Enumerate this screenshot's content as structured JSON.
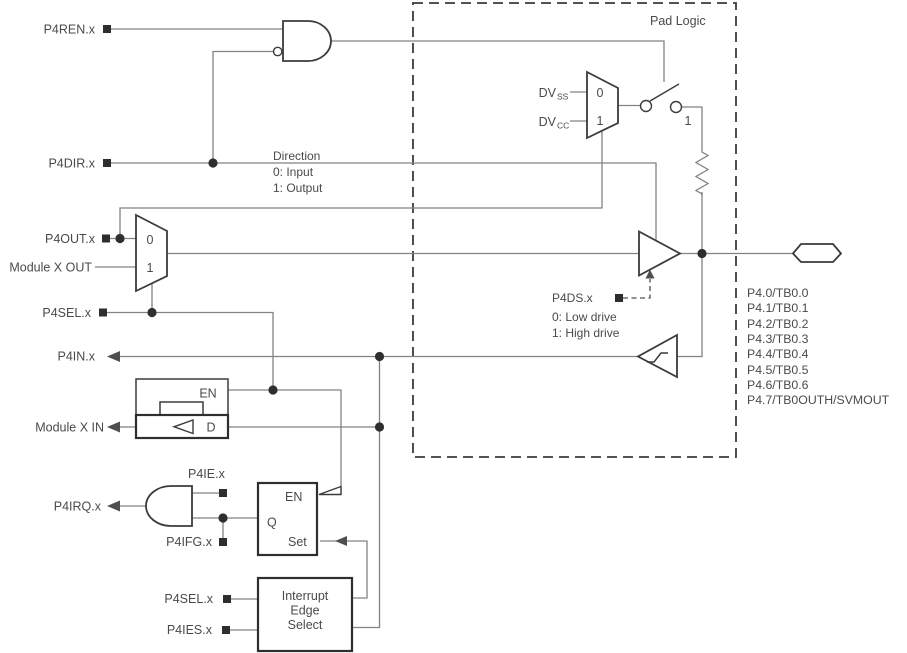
{
  "title": {
    "pad_logic": "Pad Logic"
  },
  "colors": {
    "wire": "#828282",
    "outline": "#3b3b3b",
    "text": "#4a4a4a",
    "terminal": "#2e2e2e",
    "background": "#ffffff"
  },
  "signals": {
    "p4ren": "P4REN.x",
    "p4dir": "P4DIR.x",
    "p4out": "P4OUT.x",
    "module_x_out": "Module X OUT",
    "p4sel": "P4SEL.x",
    "p4in": "P4IN.x",
    "module_x_in": "Module X IN",
    "p4ie": "P4IE.x",
    "p4irq": "P4IRQ.x",
    "p4ifg": "P4IFG.x",
    "p4sel_edge": "P4SEL.x",
    "p4ies": "P4IES.x"
  },
  "notes": {
    "direction": {
      "l1": "Direction",
      "l2": "0: Input",
      "l3": "1: Output"
    },
    "drive": {
      "l1": "P4DS.x",
      "l2": "0: Low drive",
      "l3": "1: High drive"
    }
  },
  "pull_mux": {
    "in0_main": "DV",
    "in0_sub": "SS",
    "in1_main": "DV",
    "in1_sub": "CC",
    "port0": "0",
    "port1": "1"
  },
  "switch": {
    "closed_label": "1"
  },
  "out_mux": {
    "port0": "0",
    "port1": "1"
  },
  "en_latch": {
    "en": "EN"
  },
  "d_latch": {
    "d": "D"
  },
  "flipflop": {
    "en": "EN",
    "q": "Q",
    "set": "Set"
  },
  "edge_select": {
    "l1": "Interrupt",
    "l2": "Edge",
    "l3": "Select"
  },
  "pins": [
    "P4.0/TB0.0",
    "P4.1/TB0.1",
    "P4.2/TB0.2",
    "P4.3/TB0.3",
    "P4.4/TB0.4",
    "P4.5/TB0.5",
    "P4.6/TB0.6",
    "P4.7/TB0OUTH/SVMOUT"
  ]
}
